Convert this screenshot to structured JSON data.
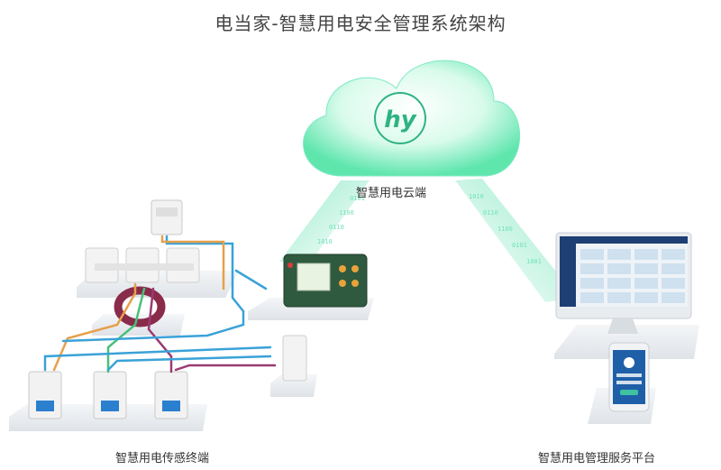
{
  "title": "电当家-智慧用电安全管理系统架构",
  "nodes": {
    "cloud": {
      "label": "智慧用电云端",
      "logo_text": "hy",
      "color": "#2fd89a"
    },
    "sensor_terminal": {
      "label": "智慧用电传感终端"
    },
    "service_platform": {
      "label": "智慧用电管理服务平台"
    }
  },
  "colors": {
    "beam": "#7ee9c4",
    "device_green": "#2f5a3f",
    "wire_orange": "#e6a04a",
    "wire_blue": "#3aa2d8",
    "wire_purple": "#9b3a73",
    "wire_green": "#48c07a",
    "ring_maroon": "#8a2b4a",
    "screen_blue": "#1e3f73"
  }
}
